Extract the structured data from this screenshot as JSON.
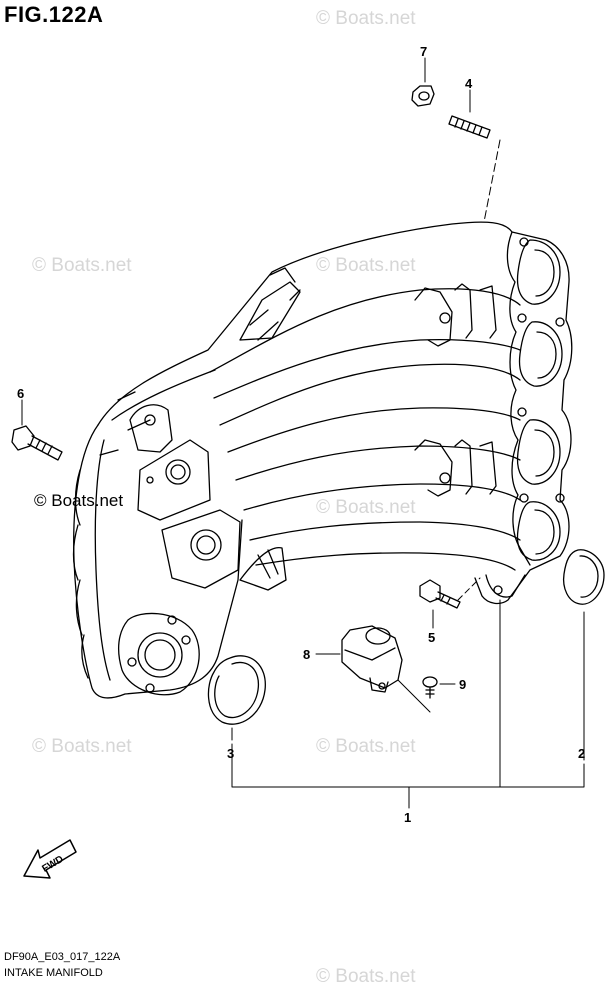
{
  "figure": {
    "title": "FIG.122A",
    "code": "DF90A_E03_017_122A",
    "name": "INTAKE MANIFOLD"
  },
  "watermarks": [
    "© Boats.net",
    "© Boats.net",
    "© Boats.net",
    "© Boats.net",
    "© Boats.net",
    "© Boats.net",
    "© Boats.net",
    "© Boats.net"
  ],
  "callouts": [
    "1",
    "2",
    "3",
    "4",
    "5",
    "6",
    "7",
    "8",
    "9"
  ],
  "fwd_label": "FWD",
  "colors": {
    "line": "#000000",
    "watermark": "#d6d6d6",
    "background": "#ffffff"
  }
}
